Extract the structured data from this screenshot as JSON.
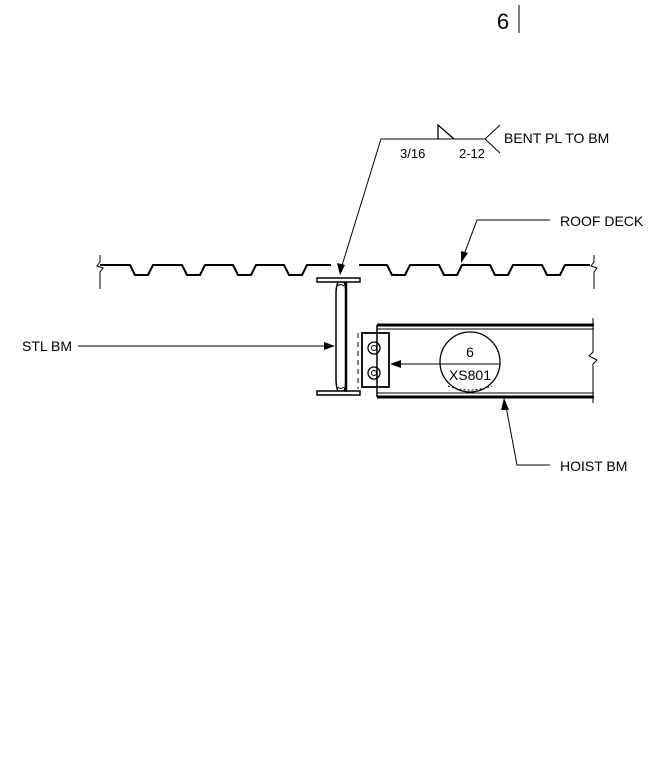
{
  "sheet": {
    "detail_number": "6"
  },
  "callouts": {
    "weld_size": "3/16",
    "weld_length_pitch": "2-12",
    "weld_note": "BENT PL TO BM",
    "roof_deck": "ROOF DECK",
    "steel_beam": "STL BM",
    "hoist_beam": "HOIST BM"
  },
  "section_marker": {
    "detail": "6",
    "sheet": "XS801"
  }
}
